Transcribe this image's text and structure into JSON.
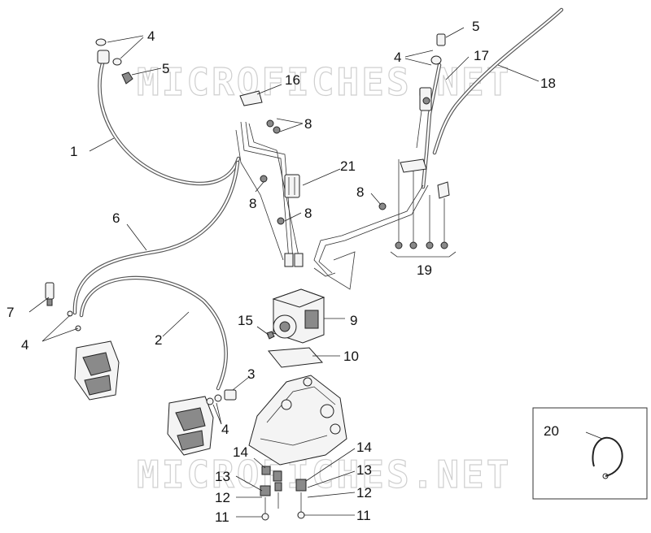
{
  "watermark": {
    "text": "MICROFICHES.NET"
  },
  "callouts": [
    {
      "id": "c1",
      "text": "1"
    },
    {
      "id": "c2",
      "text": "2"
    },
    {
      "id": "c3",
      "text": "3"
    },
    {
      "id": "c4a",
      "text": "4"
    },
    {
      "id": "c4b",
      "text": "4"
    },
    {
      "id": "c4c",
      "text": "4"
    },
    {
      "id": "c4d",
      "text": "4"
    },
    {
      "id": "c5a",
      "text": "5"
    },
    {
      "id": "c5b",
      "text": "5"
    },
    {
      "id": "c6",
      "text": "6"
    },
    {
      "id": "c7",
      "text": "7"
    },
    {
      "id": "c8a",
      "text": "8"
    },
    {
      "id": "c8b",
      "text": "8"
    },
    {
      "id": "c8c",
      "text": "8"
    },
    {
      "id": "c8d",
      "text": "8"
    },
    {
      "id": "c9",
      "text": "9"
    },
    {
      "id": "c10",
      "text": "10"
    },
    {
      "id": "c11a",
      "text": "11"
    },
    {
      "id": "c11b",
      "text": "11"
    },
    {
      "id": "c12a",
      "text": "12"
    },
    {
      "id": "c12b",
      "text": "12"
    },
    {
      "id": "c13a",
      "text": "13"
    },
    {
      "id": "c13b",
      "text": "13"
    },
    {
      "id": "c14a",
      "text": "14"
    },
    {
      "id": "c14b",
      "text": "14"
    },
    {
      "id": "c15",
      "text": "15"
    },
    {
      "id": "c16",
      "text": "16"
    },
    {
      "id": "c17",
      "text": "17"
    },
    {
      "id": "c18",
      "text": "18"
    },
    {
      "id": "c19",
      "text": "19"
    },
    {
      "id": "c20",
      "text": "20"
    },
    {
      "id": "c21",
      "text": "21"
    }
  ]
}
